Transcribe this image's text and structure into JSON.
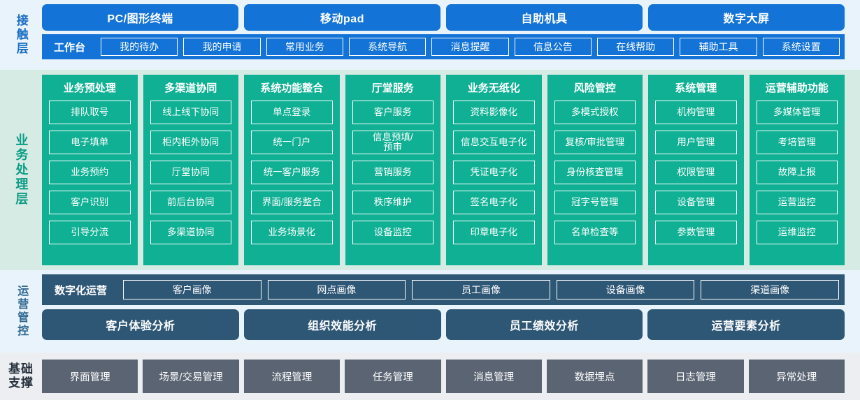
{
  "layers": {
    "contact": {
      "label": "接触层",
      "channels": [
        "PC/图形终端",
        "移动pad",
        "自助机具",
        "数字大屏"
      ],
      "workbench_title": "工作台",
      "workbench_items": [
        "我的待办",
        "我的申请",
        "常用业务",
        "系统导航",
        "消息提醒",
        "信息公告",
        "在线帮助",
        "辅助工具",
        "系统设置"
      ],
      "bg_color": "#e8f3fb",
      "accent_color": "#1373d6"
    },
    "business": {
      "label": "业务处理层",
      "bg_color": "#d7ebe5",
      "accent_color": "#0fb094",
      "columns": [
        {
          "title": "业务预处理",
          "items": [
            "排队取号",
            "电子填单",
            "业务预约",
            "客户识别",
            "引导分流"
          ]
        },
        {
          "title": "多渠道协同",
          "items": [
            "线上线下协同",
            "柜内柜外协同",
            "厅堂协同",
            "前后台协同",
            "多渠道协同"
          ]
        },
        {
          "title": "系统功能整合",
          "items": [
            "单点登录",
            "统一门户",
            "统一客户服务",
            "界面/服务整合",
            "业务场景化"
          ]
        },
        {
          "title": "厅堂服务",
          "items": [
            "客户服务",
            "信息预填/\n预审",
            "营销服务",
            "秩序维护",
            "设备监控"
          ]
        },
        {
          "title": "业务无纸化",
          "items": [
            "资料影像化",
            "信息交互电子化",
            "凭证电子化",
            "签名电子化",
            "印章电子化"
          ]
        },
        {
          "title": "风险管控",
          "items": [
            "多模式授权",
            "复核/审批管理",
            "身份核查管理",
            "冠字号管理",
            "名单检查等"
          ]
        },
        {
          "title": "系统管理",
          "items": [
            "机构管理",
            "用户管理",
            "权限管理",
            "设备管理",
            "参数管理"
          ]
        },
        {
          "title": "运营辅助功能",
          "items": [
            "多媒体管理",
            "考培管理",
            "故障上报",
            "运营监控",
            "运维监控"
          ]
        }
      ]
    },
    "operations": {
      "label": "运营管控",
      "bg_color": "#e8f3fb",
      "accent_color": "#2e5675",
      "digital_ops_title": "数字化运营",
      "portraits": [
        "客户画像",
        "网点画像",
        "员工画像",
        "设备画像",
        "渠道画像"
      ],
      "analyses": [
        "客户体验分析",
        "组织效能分析",
        "员工绩效分析",
        "运营要素分析"
      ]
    },
    "foundation": {
      "label_line1": "基础",
      "label_line2": "支撑",
      "bg_color": "#eceef1",
      "accent_color": "#5a6472",
      "items": [
        "界面管理",
        "场景/交易管理",
        "流程管理",
        "任务管理",
        "消息管理",
        "数据埋点",
        "日志管理",
        "异常处理"
      ]
    }
  }
}
